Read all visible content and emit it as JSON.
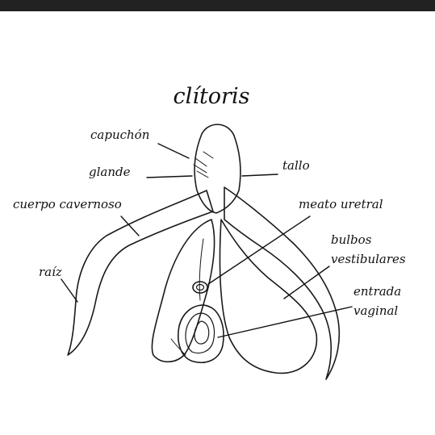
{
  "title": "clítoris",
  "labels": {
    "capuchon": "capuchón",
    "glande": "glande",
    "cuerpo_cavernoso": "cuerpo cavernoso",
    "raiz": "raíz",
    "tallo": "tallo",
    "meato_uretral": "meato uretral",
    "bulbos_line1": "bulbos",
    "bulbos_line2": "vestibulares",
    "entrada_line1": "entrada",
    "entrada_line2": "vaginal"
  },
  "colors": {
    "accent_red": "#ec1c2e",
    "ink": "#1a1a1a",
    "background": "#ffffff",
    "top_bar": "#222222"
  }
}
